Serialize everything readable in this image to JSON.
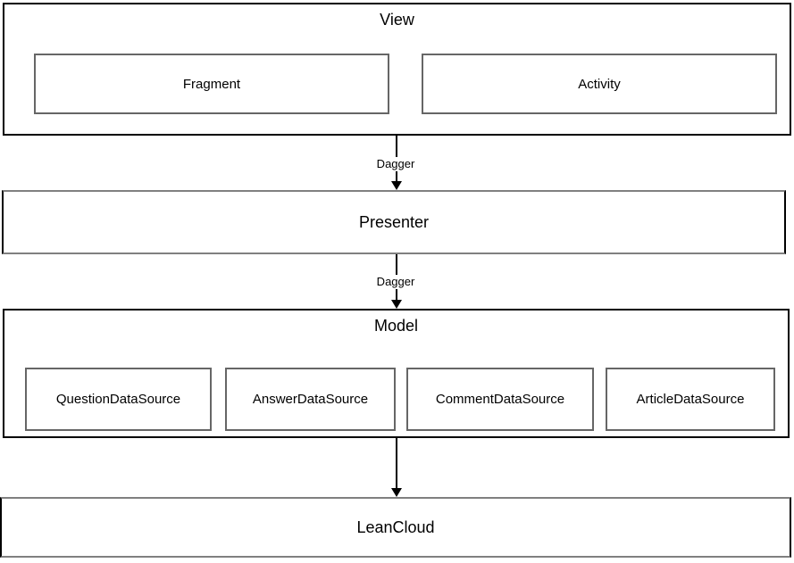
{
  "view_layer": {
    "title": "View",
    "fragment_label": "Fragment",
    "activity_label": "Activity"
  },
  "presenter_layer": {
    "title": "Presenter"
  },
  "model_layer": {
    "title": "Model",
    "sources": [
      "QuestionDataSource",
      "AnswerDataSource",
      "CommentDataSource",
      "ArticleDataSource"
    ]
  },
  "backend_layer": {
    "title": "LeanCloud"
  },
  "connectors": {
    "view_to_presenter_label": "Dagger",
    "presenter_to_model_label": "Dagger"
  },
  "colors": {
    "outer_border": "#000000",
    "inner_border": "#666666",
    "frame_horizontal_border": "#808080",
    "text": "#000000",
    "background": "#ffffff"
  }
}
